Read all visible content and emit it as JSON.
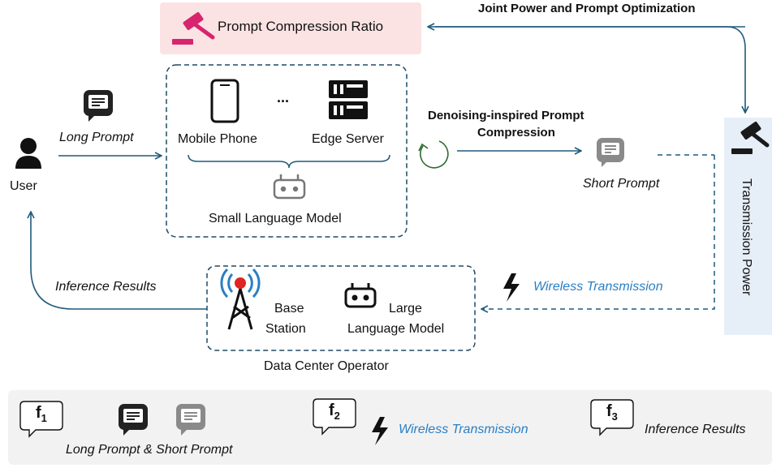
{
  "header": {
    "compression_ratio": "Prompt Compression Ratio",
    "joint_optimization": "Joint Power and Prompt Optimization"
  },
  "user": {
    "label": "User"
  },
  "edges": {
    "long_prompt": "Long Prompt",
    "denoising_line1": "Denoising-inspired Prompt",
    "denoising_line2": "Compression",
    "short_prompt": "Short Prompt",
    "wireless_transmission": "Wireless Transmission",
    "inference_results": "Inference Results"
  },
  "device_group": {
    "ellipsis": "...",
    "mobile_phone": "Mobile Phone",
    "edge_server": "Edge Server",
    "small_model": "Small Language Model"
  },
  "datacenter": {
    "base_station_line1": "Base",
    "base_station_line2": "Station",
    "large_model_line1": "Large",
    "large_model_line2": "Language Model",
    "operator": "Data Center Operator"
  },
  "transmission_power": {
    "label": "Transmission Power"
  },
  "legend": {
    "f1_label": "f",
    "f1_sub": "1",
    "f1_text": "Long Prompt & Short Prompt",
    "f2_label": "f",
    "f2_sub": "2",
    "f2_text": "Wireless Transmission",
    "f3_label": "f",
    "f3_sub": "3",
    "f3_text": "Inference Results"
  },
  "colors": {
    "arrow": "#1f5a7a",
    "accent_pink": "#d8246e",
    "wireless_blue": "#2a7fc4",
    "short_prompt_grey": "#8a8a8a",
    "tp_box": "#e6eef7",
    "pc_box": "#fbe3e3",
    "legend_bg": "#f2f2f2"
  },
  "icons": [
    "gavel-icon",
    "chat-icon",
    "user-icon",
    "phone-icon",
    "server-icon",
    "robot-icon",
    "refresh-icon",
    "antenna-icon",
    "lightning-icon"
  ]
}
